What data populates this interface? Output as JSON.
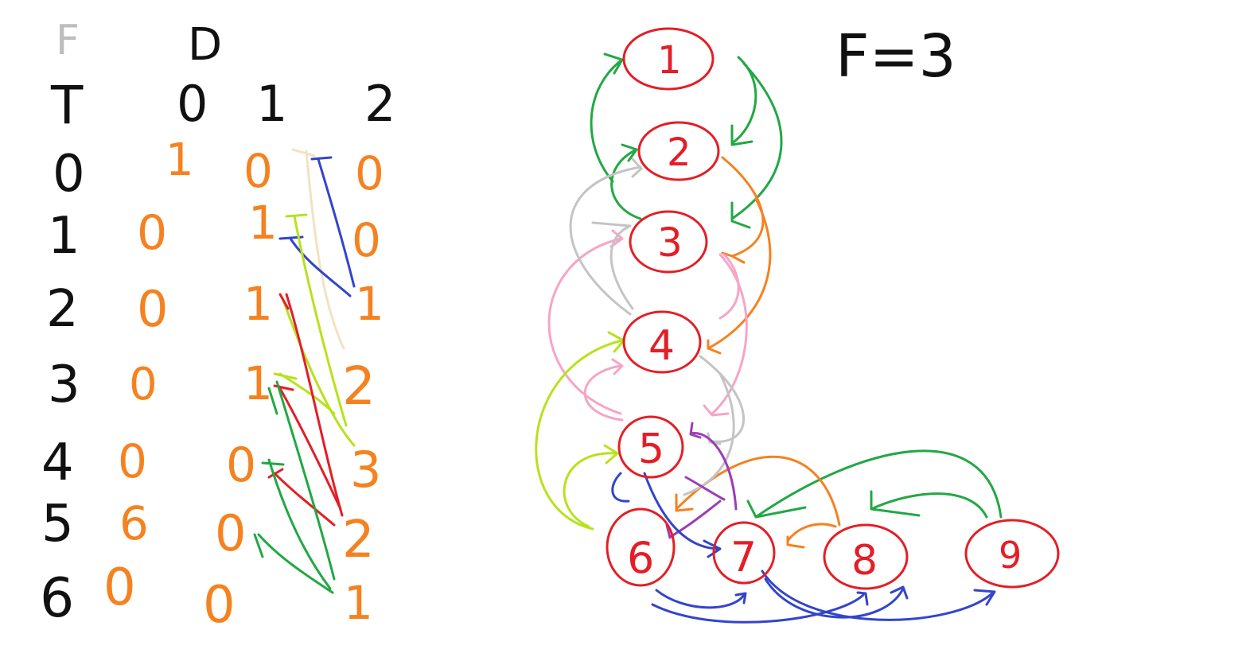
{
  "colors": {
    "black": "#111111",
    "gray": "#bdbdbd",
    "orange": "#f58220",
    "red": "#e41e26",
    "green": "#22a844",
    "lime": "#b7e21c",
    "blue": "#3344cc",
    "purple": "#9b3fb5",
    "pink": "#f7a4c6",
    "beige": "#f2e2c2",
    "silver": "#c4c4c4"
  },
  "table": {
    "corner_gray": "F",
    "d_header": "D",
    "t_header": "T",
    "col_headers": [
      "0",
      "1",
      "2"
    ],
    "row_labels": [
      "0",
      "1",
      "2",
      "3",
      "4",
      "5",
      "6"
    ],
    "cells": [
      [
        "1",
        "0",
        "0"
      ],
      [
        "0",
        "1",
        "0"
      ],
      [
        "0",
        "1",
        "1"
      ],
      [
        "0",
        "1",
        "2"
      ],
      [
        "0",
        "0",
        "3"
      ],
      [
        "6",
        "0",
        "2"
      ],
      [
        "0",
        "0",
        "1"
      ]
    ]
  },
  "formula": "F=3",
  "graph": {
    "nodes": [
      "1",
      "2",
      "3",
      "4",
      "5",
      "6",
      "7",
      "8",
      "9"
    ]
  }
}
